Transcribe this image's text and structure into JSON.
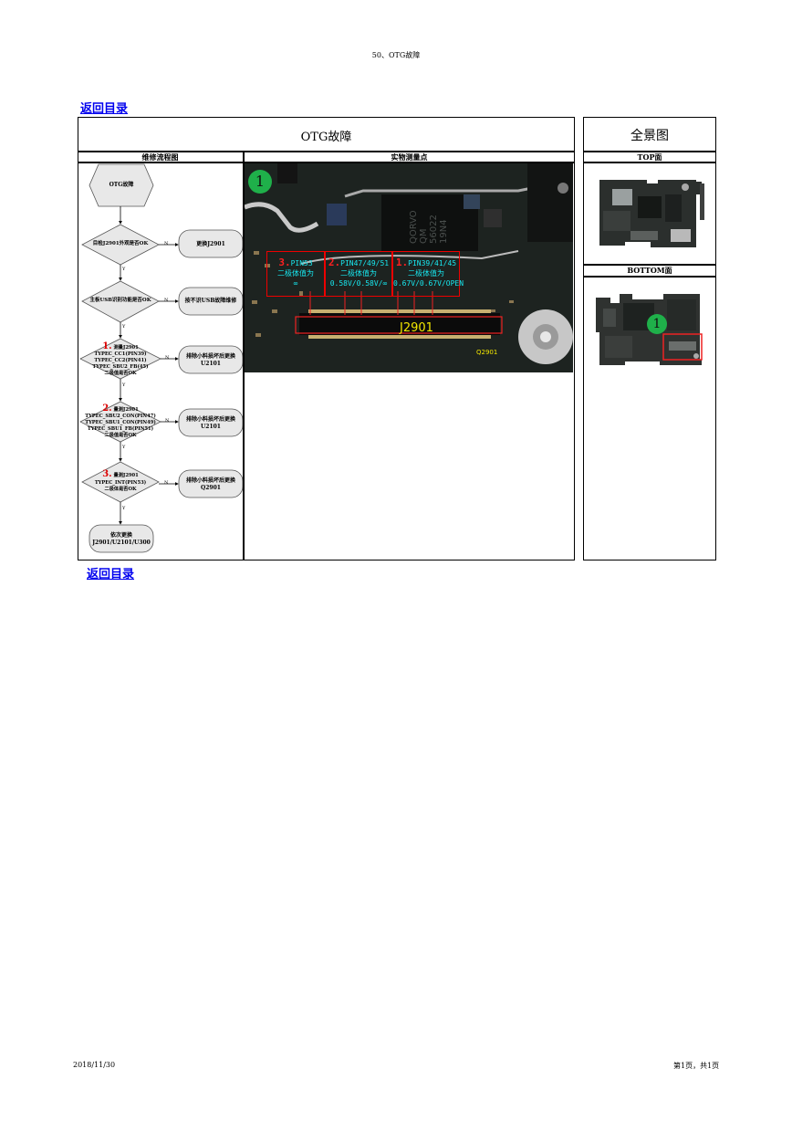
{
  "page_header": "50、OTG故障",
  "back_link_top": "返回目录",
  "back_link_bottom": "返回目录",
  "main_title": "OTG故障",
  "panorama_title": "全景图",
  "flow_header": "维修流程图",
  "measure_header": "实物测量点",
  "top_label": "TOP面",
  "bottom_label": "BOTTOM面",
  "footer_date": "2018/11/30",
  "footer_page": "第1页，共1页",
  "flow": {
    "start": "OTG故障",
    "d1": "目检J2901外观是否OK",
    "a1": "更换J2901",
    "d2": "主板USB识别功能是否OK",
    "a2": "按不识USB故障维修",
    "d3_num": "1.",
    "d3_lines": [
      "测量J2901",
      "TYPEC_CC1(PIN39)",
      "TYPEC_CC2(PIN41)",
      "TYPEC_SBU2_FB(45)",
      "二极值是否OK"
    ],
    "a3_lines": [
      "排除小料损坏后更换",
      "U2101"
    ],
    "d4_num": "2.",
    "d4_lines": [
      "量测J2901",
      "TYPEC_SBU2_CON(PIN47)",
      "TYPEC_SBU1_CON(PIN49)",
      "TYPEC_SBU1_FB(PIN51)",
      "二极值是否OK"
    ],
    "a4_lines": [
      "排除小料损坏后更换",
      "U2101"
    ],
    "d5_num": "3.",
    "d5_lines": [
      "量测J2901",
      "TYPEC_INT(PIN53)",
      "二极体是否OK"
    ],
    "a5_lines": [
      "排除小料损坏后更换",
      "Q2901"
    ],
    "end_lines": [
      "依次更换",
      "J2901/U2101/U300"
    ],
    "yes": "Y",
    "no": "N"
  },
  "photo": {
    "badge": "1",
    "box3_num": "3.",
    "box3_lines": [
      "PIN53",
      "二极体值为",
      "∞"
    ],
    "box2_num": "2.",
    "box2_lines": [
      "PIN47/49/51",
      "二极体值为",
      "0.58V/0.58V/∞"
    ],
    "box1_num": "1.",
    "box1_lines": [
      "PIN39/41/45",
      "二极体值为",
      "0.67V/0.67V/OPEN"
    ],
    "connector": "J2901",
    "q_label": "Q2901",
    "chip_text": [
      "QORVO",
      "QM",
      "56022",
      "19N4"
    ]
  },
  "bottom_badge": "1"
}
